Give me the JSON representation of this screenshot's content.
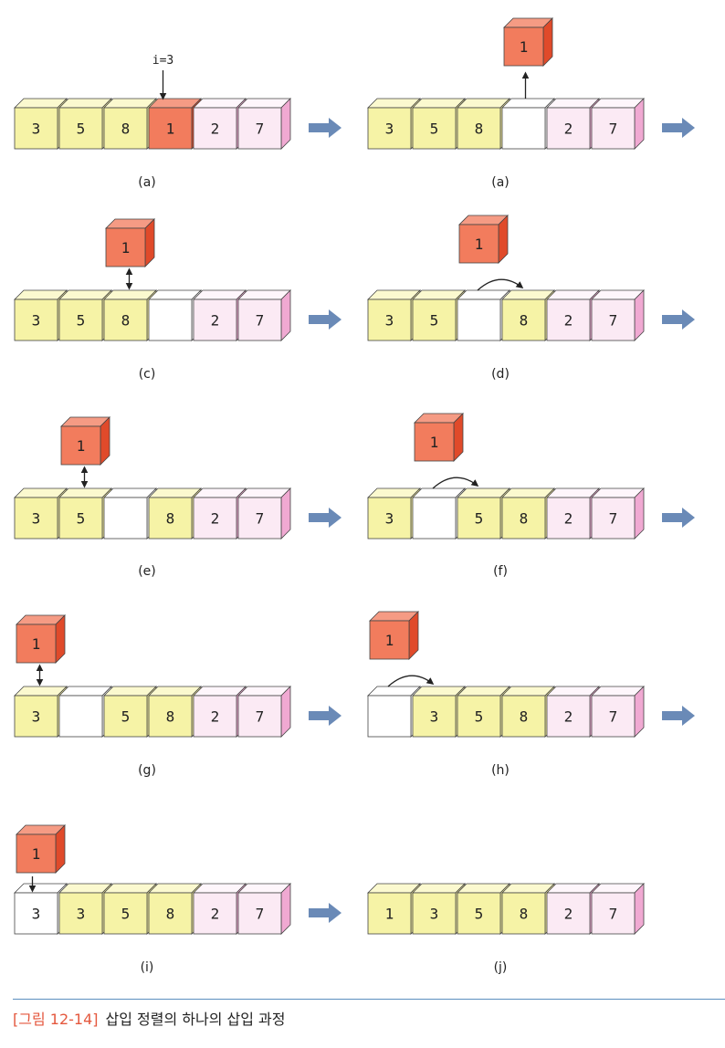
{
  "colors": {
    "yellow_front": "#f6f3a6",
    "yellow_top": "#fbf9cf",
    "yellow_side": "#ece69a",
    "pink_front": "#fbeaf4",
    "pink_top": "#fef6fb",
    "pink_side": "#f0a9d2",
    "white_front": "#ffffff",
    "white_top": "#ffffff",
    "white_side": "#f4f4f4",
    "red_front": "#f27c5d",
    "red_top": "#f59b84",
    "red_side": "#e04a2a",
    "arrow": "#6a8ab7",
    "caption_accent": "#e4573d",
    "rule": "#5b8fbf"
  },
  "caption": {
    "figure_label": "[그림 12-14]",
    "text": "삽입 정렬의 하나의 삽입 과정"
  },
  "steps": [
    {
      "label": "(a)",
      "annotation": "i=3",
      "boxes": [
        {
          "v": "3",
          "c": "yellow"
        },
        {
          "v": "5",
          "c": "yellow"
        },
        {
          "v": "8",
          "c": "yellow"
        },
        {
          "v": "1",
          "c": "red"
        },
        {
          "v": "2",
          "c": "pink"
        },
        {
          "v": "7",
          "c": "pink"
        }
      ],
      "floating": null,
      "next_arrow": true
    },
    {
      "label": "(a)",
      "boxes": [
        {
          "v": "3",
          "c": "yellow"
        },
        {
          "v": "5",
          "c": "yellow"
        },
        {
          "v": "8",
          "c": "yellow"
        },
        {
          "v": "",
          "c": "white"
        },
        {
          "v": "2",
          "c": "pink"
        },
        {
          "v": "7",
          "c": "pink"
        }
      ],
      "floating": {
        "value": "1",
        "over": 3,
        "marker": "up"
      },
      "next_arrow": true
    },
    {
      "label": "(c)",
      "boxes": [
        {
          "v": "3",
          "c": "yellow"
        },
        {
          "v": "5",
          "c": "yellow"
        },
        {
          "v": "8",
          "c": "yellow"
        },
        {
          "v": "",
          "c": "white"
        },
        {
          "v": "2",
          "c": "pink"
        },
        {
          "v": "7",
          "c": "pink"
        }
      ],
      "floating": {
        "value": "1",
        "over": 2,
        "marker": "compare"
      },
      "next_arrow": true
    },
    {
      "label": "(d)",
      "boxes": [
        {
          "v": "3",
          "c": "yellow"
        },
        {
          "v": "5",
          "c": "yellow"
        },
        {
          "v": "",
          "c": "white"
        },
        {
          "v": "8",
          "c": "yellow"
        },
        {
          "v": "2",
          "c": "pink"
        },
        {
          "v": "7",
          "c": "pink"
        }
      ],
      "floating": {
        "value": "1",
        "over": 2,
        "marker": "none"
      },
      "shift_arc": {
        "from": 2,
        "to": 3
      },
      "next_arrow": true
    },
    {
      "label": "(e)",
      "boxes": [
        {
          "v": "3",
          "c": "yellow"
        },
        {
          "v": "5",
          "c": "yellow"
        },
        {
          "v": "",
          "c": "white"
        },
        {
          "v": "8",
          "c": "yellow"
        },
        {
          "v": "2",
          "c": "pink"
        },
        {
          "v": "7",
          "c": "pink"
        }
      ],
      "floating": {
        "value": "1",
        "over": 1,
        "marker": "compare"
      },
      "next_arrow": true
    },
    {
      "label": "(f)",
      "boxes": [
        {
          "v": "3",
          "c": "yellow"
        },
        {
          "v": "",
          "c": "white"
        },
        {
          "v": "5",
          "c": "yellow"
        },
        {
          "v": "8",
          "c": "yellow"
        },
        {
          "v": "2",
          "c": "pink"
        },
        {
          "v": "7",
          "c": "pink"
        }
      ],
      "floating": {
        "value": "1",
        "over": 1,
        "marker": "none"
      },
      "shift_arc": {
        "from": 1,
        "to": 2
      },
      "next_arrow": true
    },
    {
      "label": "(g)",
      "boxes": [
        {
          "v": "3",
          "c": "yellow"
        },
        {
          "v": "",
          "c": "white"
        },
        {
          "v": "5",
          "c": "yellow"
        },
        {
          "v": "8",
          "c": "yellow"
        },
        {
          "v": "2",
          "c": "pink"
        },
        {
          "v": "7",
          "c": "pink"
        }
      ],
      "floating": {
        "value": "1",
        "over": 0,
        "marker": "compare"
      },
      "next_arrow": true
    },
    {
      "label": "(h)",
      "boxes": [
        {
          "v": "",
          "c": "white"
        },
        {
          "v": "3",
          "c": "yellow"
        },
        {
          "v": "5",
          "c": "yellow"
        },
        {
          "v": "8",
          "c": "yellow"
        },
        {
          "v": "2",
          "c": "pink"
        },
        {
          "v": "7",
          "c": "pink"
        }
      ],
      "floating": {
        "value": "1",
        "over": 0,
        "marker": "none"
      },
      "shift_arc": {
        "from": 0,
        "to": 1
      },
      "next_arrow": true
    },
    {
      "label": "(i)",
      "boxes": [
        {
          "v": "3",
          "c": "white"
        },
        {
          "v": "3",
          "c": "yellow"
        },
        {
          "v": "5",
          "c": "yellow"
        },
        {
          "v": "8",
          "c": "yellow"
        },
        {
          "v": "2",
          "c": "pink"
        },
        {
          "v": "7",
          "c": "pink"
        }
      ],
      "floating": {
        "value": "1",
        "over": 0,
        "marker": "down"
      },
      "next_arrow": true
    },
    {
      "label": "(j)",
      "boxes": [
        {
          "v": "1",
          "c": "yellow"
        },
        {
          "v": "3",
          "c": "yellow"
        },
        {
          "v": "5",
          "c": "yellow"
        },
        {
          "v": "8",
          "c": "yellow"
        },
        {
          "v": "2",
          "c": "pink"
        },
        {
          "v": "7",
          "c": "pink"
        }
      ],
      "floating": null,
      "next_arrow": false
    }
  ]
}
